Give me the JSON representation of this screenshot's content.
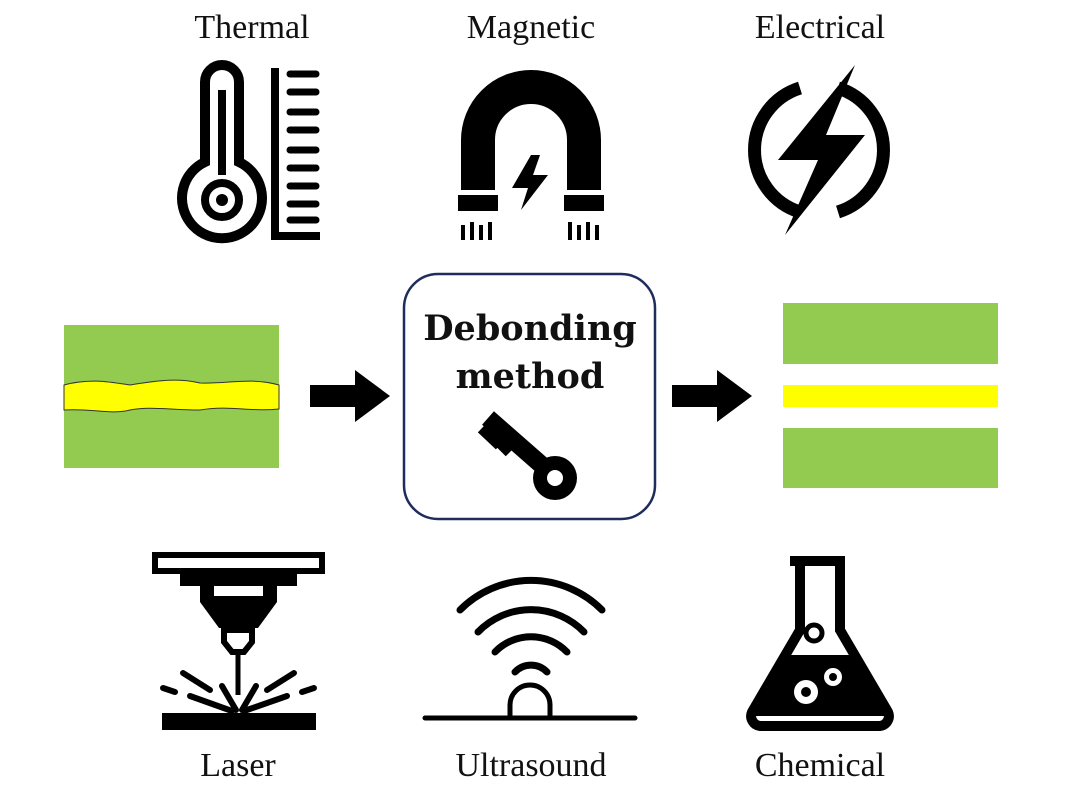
{
  "methods_top": [
    "Thermal",
    "Magnetic",
    "Electrical"
  ],
  "methods_bottom": [
    "Laser",
    "Ultrasound",
    "Chemical"
  ],
  "center": {
    "line1": "Debonding",
    "line2": "method"
  },
  "colors": {
    "substrate": "#92cb4f",
    "adhesive": "#ffff00",
    "box_border": "#1f2d5c",
    "icon": "#000000"
  }
}
